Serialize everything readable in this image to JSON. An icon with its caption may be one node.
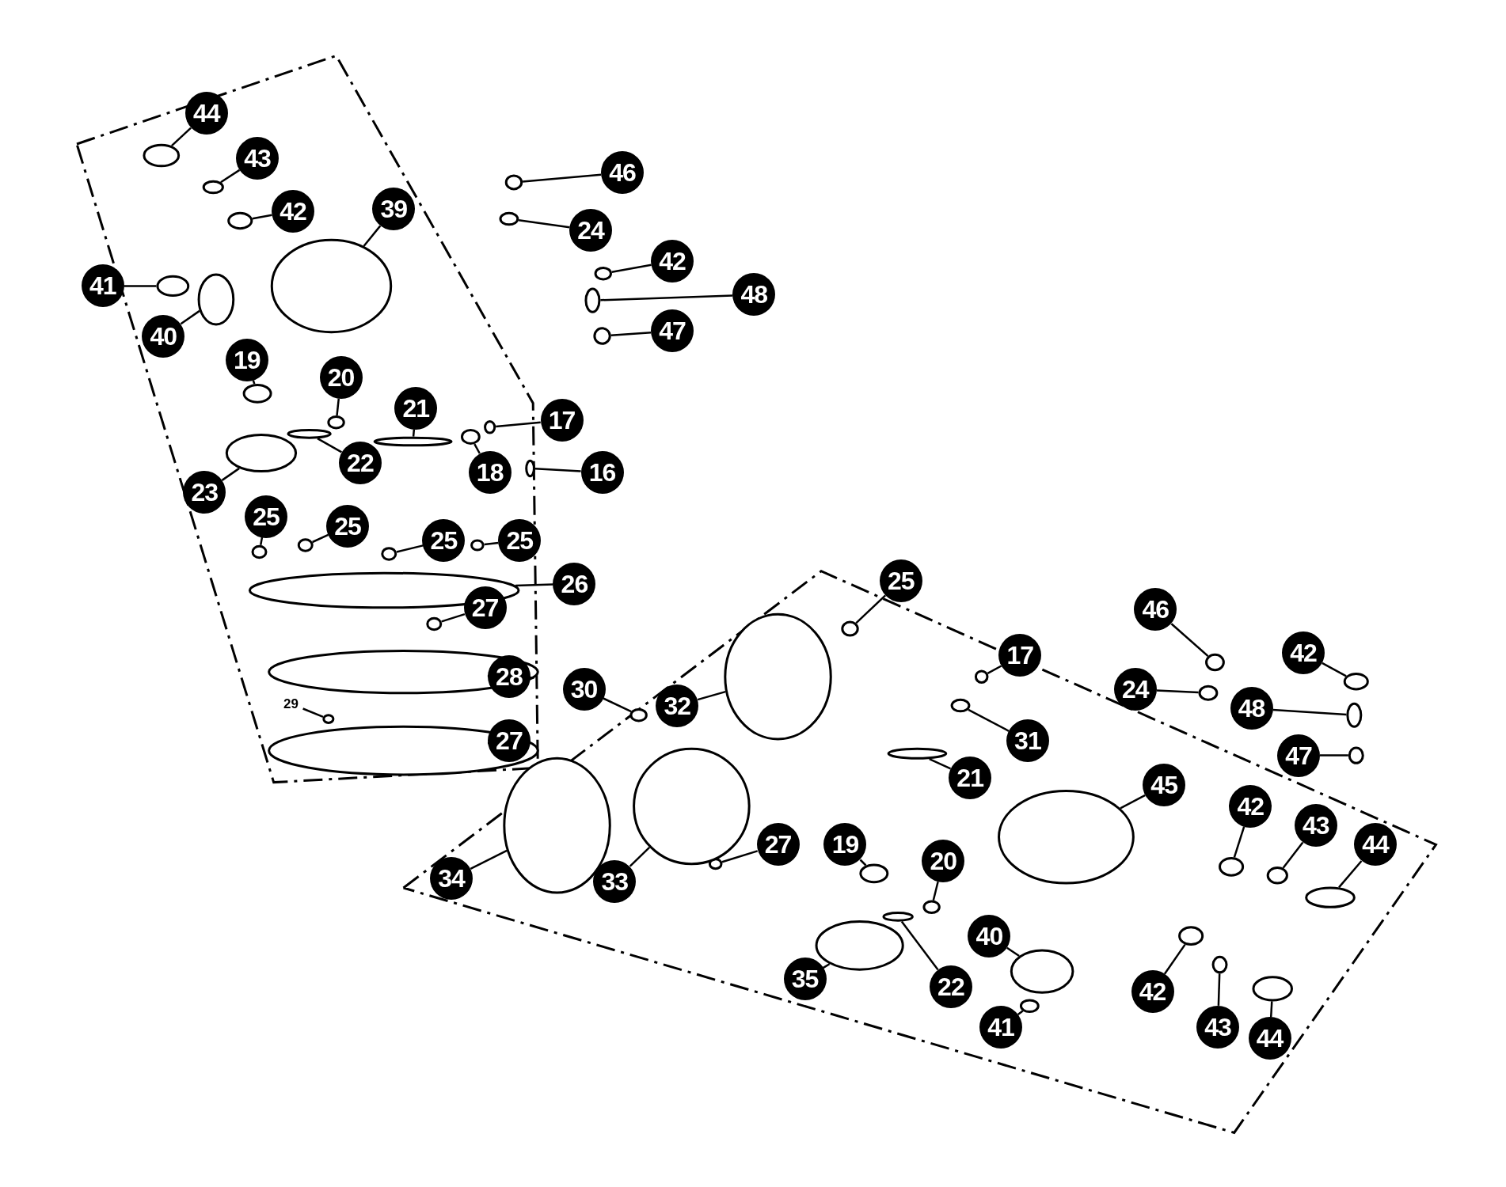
{
  "diagram": {
    "nodes": [
      {
        "text": [
          "44"
        ]
      },
      {
        "text": [
          "43"
        ]
      },
      {
        "text": [
          "42"
        ]
      },
      {
        "text": [
          "39"
        ]
      },
      {
        "text": [
          "41"
        ]
      },
      {
        "text": [
          "40"
        ]
      },
      {
        "text": [
          "19"
        ]
      },
      {
        "text": [
          "20"
        ]
      },
      {
        "text": [
          "21"
        ]
      },
      {
        "text": [
          "22"
        ]
      },
      {
        "text": [
          "17"
        ]
      },
      {
        "text": [
          "18"
        ]
      },
      {
        "text": [
          "16"
        ]
      },
      {
        "text": [
          "23"
        ]
      },
      {
        "text": [
          "25"
        ]
      },
      {
        "text": [
          "25"
        ]
      },
      {
        "text": [
          "25"
        ]
      },
      {
        "text": [
          "25"
        ]
      },
      {
        "text": [
          "26"
        ]
      },
      {
        "text": [
          "27"
        ]
      },
      {
        "text": [
          "28"
        ]
      },
      {
        "text": [
          "29"
        ]
      },
      {
        "text": [
          "27"
        ]
      },
      {
        "text": [
          "46"
        ]
      },
      {
        "text": [
          "24"
        ]
      },
      {
        "text": [
          "42"
        ]
      },
      {
        "text": [
          "48"
        ]
      },
      {
        "text": [
          "47"
        ]
      },
      {
        "text": [
          "25"
        ]
      },
      {
        "text": [
          "46"
        ]
      },
      {
        "text": [
          "42"
        ]
      },
      {
        "text": [
          "17"
        ]
      },
      {
        "text": [
          "24"
        ]
      },
      {
        "text": [
          "48"
        ]
      },
      {
        "text": [
          "30"
        ]
      },
      {
        "text": [
          "32"
        ]
      },
      {
        "text": [
          "31"
        ]
      },
      {
        "text": [
          "47"
        ]
      },
      {
        "text": [
          "21"
        ]
      },
      {
        "text": [
          "45"
        ]
      },
      {
        "text": [
          "42"
        ]
      },
      {
        "text": [
          "43"
        ]
      },
      {
        "text": [
          "44"
        ]
      },
      {
        "text": [
          "27"
        ]
      },
      {
        "text": [
          "19"
        ]
      },
      {
        "text": [
          "20"
        ]
      },
      {
        "text": [
          "34"
        ]
      },
      {
        "text": [
          "33"
        ]
      },
      {
        "text": [
          "40"
        ]
      },
      {
        "text": [
          "22"
        ]
      },
      {
        "text": [
          "35"
        ]
      },
      {
        "text": [
          "41"
        ]
      },
      {
        "text": [
          "42"
        ]
      },
      {
        "text": [
          "43"
        ]
      },
      {
        "text": [
          "44"
        ]
      },
      {
        "text": [],
        "shape": "circle"
      },
      {
        "text": [],
        "shape": "circle"
      },
      {
        "text": [],
        "shape": "circle"
      },
      {
        "text": [],
        "shape": "circle"
      },
      {
        "text": [],
        "shape": "circle"
      },
      {
        "text": [],
        "shape": "circle"
      },
      {
        "text": [],
        "shape": "circle"
      },
      {
        "text": [],
        "shape": "circle"
      },
      {
        "text": [],
        "shape": "circle"
      },
      {
        "text": [],
        "shape": "circle"
      },
      {
        "text": [],
        "shape": "circle"
      },
      {
        "text": [],
        "shape": "circle"
      },
      {
        "text": [],
        "shape": "circle"
      },
      {
        "text": [],
        "shape": "circle"
      },
      {
        "text": [],
        "shape": "circle"
      },
      {
        "text": [],
        "shape": "circle"
      },
      {
        "text": [],
        "shape": "circle"
      },
      {
        "text": [],
        "shape": "circle"
      },
      {
        "text": [],
        "shape": "circle"
      },
      {
        "text": [],
        "shape": "circle"
      },
      {
        "text": [],
        "shape": "circle"
      },
      {
        "text": [],
        "shape": "circle"
      },
      {
        "text": [],
        "shape": "circle"
      },
      {
        "text": [],
        "shape": "circle"
      },
      {
        "text": [],
        "shape": "circle"
      },
      {
        "text": [],
        "shape": "circle"
      },
      {
        "text": [],
        "shape": "circle"
      },
      {
        "text": [],
        "shape": "circle"
      },
      {
        "text": [],
        "shape": "circle"
      },
      {
        "text": [],
        "shape": "circle"
      },
      {
        "text": [],
        "shape": "circle"
      },
      {
        "text": [],
        "shape": "circle"
      },
      {
        "text": [],
        "shape": "circle"
      },
      {
        "text": [],
        "shape": "circle"
      },
      {
        "text": [],
        "shape": "circle"
      },
      {
        "text": [],
        "shape": "circle"
      },
      {
        "text": [],
        "shape": "circle"
      },
      {
        "text": [],
        "shape": "circle"
      },
      {
        "text": [],
        "shape": "circle"
      },
      {
        "text": [],
        "shape": "circle"
      },
      {
        "text": [],
        "shape": "circle"
      },
      {
        "text": [],
        "shape": "circle"
      },
      {
        "text": [],
        "shape": "circle"
      },
      {
        "text": [],
        "shape": "circle"
      },
      {
        "text": [],
        "shape": "circle"
      },
      {
        "text": [],
        "shape": "circle"
      },
      {
        "text": [],
        "shape": "circle"
      },
      {
        "text": [],
        "shape": "circle"
      },
      {
        "text": [],
        "shape": "circle"
      },
      {
        "text": [],
        "shape": "circle"
      },
      {
        "text": [],
        "shape": "circle"
      },
      {
        "text": [],
        "shape": "circle"
      },
      {
        "text": [],
        "shape": "circle"
      },
      {
        "text": [],
        "shape": "circle"
      },
      {
        "text": [],
        "shape": "circle"
      }
    ],
    "edges": [
      {
        "from": 0,
        "to": 55,
        "arrow": "none"
      },
      {
        "from": 1,
        "to": 56,
        "arrow": "none"
      },
      {
        "from": 2,
        "to": 57,
        "arrow": "none"
      },
      {
        "from": 3,
        "to": 58,
        "arrow": "none"
      },
      {
        "from": 4,
        "to": 59,
        "arrow": "none"
      },
      {
        "from": 5,
        "to": 60,
        "arrow": "none"
      },
      {
        "from": 6,
        "to": 61,
        "arrow": "none"
      },
      {
        "from": 7,
        "to": 62,
        "arrow": "none"
      },
      {
        "from": 8,
        "to": 63,
        "arrow": "none"
      },
      {
        "from": 9,
        "to": 64,
        "arrow": "none"
      },
      {
        "from": 10,
        "to": 65,
        "arrow": "none"
      },
      {
        "from": 11,
        "to": 66,
        "arrow": "none"
      },
      {
        "from": 12,
        "to": 67,
        "arrow": "none"
      },
      {
        "from": 13,
        "to": 68,
        "arrow": "none"
      },
      {
        "from": 14,
        "to": 69,
        "arrow": "none"
      },
      {
        "from": 15,
        "to": 70,
        "arrow": "none"
      },
      {
        "from": 16,
        "to": 71,
        "arrow": "none"
      },
      {
        "from": 17,
        "to": 72,
        "arrow": "none"
      },
      {
        "from": 18,
        "to": 73,
        "arrow": "none"
      },
      {
        "from": 19,
        "to": 74,
        "arrow": "none"
      },
      {
        "from": 20,
        "to": 75,
        "arrow": "none"
      },
      {
        "from": 21,
        "to": 76,
        "arrow": "none"
      },
      {
        "from": 22,
        "to": 77,
        "arrow": "none"
      },
      {
        "from": 23,
        "to": 78,
        "arrow": "none"
      },
      {
        "from": 24,
        "to": 79,
        "arrow": "none"
      },
      {
        "from": 25,
        "to": 80,
        "arrow": "none"
      },
      {
        "from": 26,
        "to": 81,
        "arrow": "none"
      },
      {
        "from": 27,
        "to": 82,
        "arrow": "none"
      },
      {
        "from": 28,
        "to": 83,
        "arrow": "none"
      },
      {
        "from": 29,
        "to": 84,
        "arrow": "none"
      },
      {
        "from": 30,
        "to": 85,
        "arrow": "none"
      },
      {
        "from": 31,
        "to": 86,
        "arrow": "none"
      },
      {
        "from": 32,
        "to": 87,
        "arrow": "none"
      },
      {
        "from": 33,
        "to": 88,
        "arrow": "none"
      },
      {
        "from": 34,
        "to": 89,
        "arrow": "none"
      },
      {
        "from": 35,
        "to": 90,
        "arrow": "none"
      },
      {
        "from": 36,
        "to": 91,
        "arrow": "none"
      },
      {
        "from": 37,
        "to": 92,
        "arrow": "none"
      },
      {
        "from": 38,
        "to": 93,
        "arrow": "none"
      },
      {
        "from": 39,
        "to": 94,
        "arrow": "none"
      },
      {
        "from": 40,
        "to": 95,
        "arrow": "none"
      },
      {
        "from": 41,
        "to": 96,
        "arrow": "none"
      },
      {
        "from": 42,
        "to": 97,
        "arrow": "none"
      },
      {
        "from": 43,
        "to": 98,
        "arrow": "none"
      },
      {
        "from": 44,
        "to": 99,
        "arrow": "none"
      },
      {
        "from": 45,
        "to": 100,
        "arrow": "none"
      },
      {
        "from": 46,
        "to": 101,
        "arrow": "none"
      },
      {
        "from": 47,
        "to": 102,
        "arrow": "none"
      },
      {
        "from": 48,
        "to": 103,
        "arrow": "none"
      },
      {
        "from": 49,
        "to": 104,
        "arrow": "none"
      },
      {
        "from": 50,
        "to": 105,
        "arrow": "none"
      },
      {
        "from": 51,
        "to": 106,
        "arrow": "none"
      },
      {
        "from": 52,
        "to": 107,
        "arrow": "none"
      },
      {
        "from": 53,
        "to": 108,
        "arrow": "none"
      },
      {
        "from": 54,
        "to": 109,
        "arrow": "none"
      }
    ]
  }
}
